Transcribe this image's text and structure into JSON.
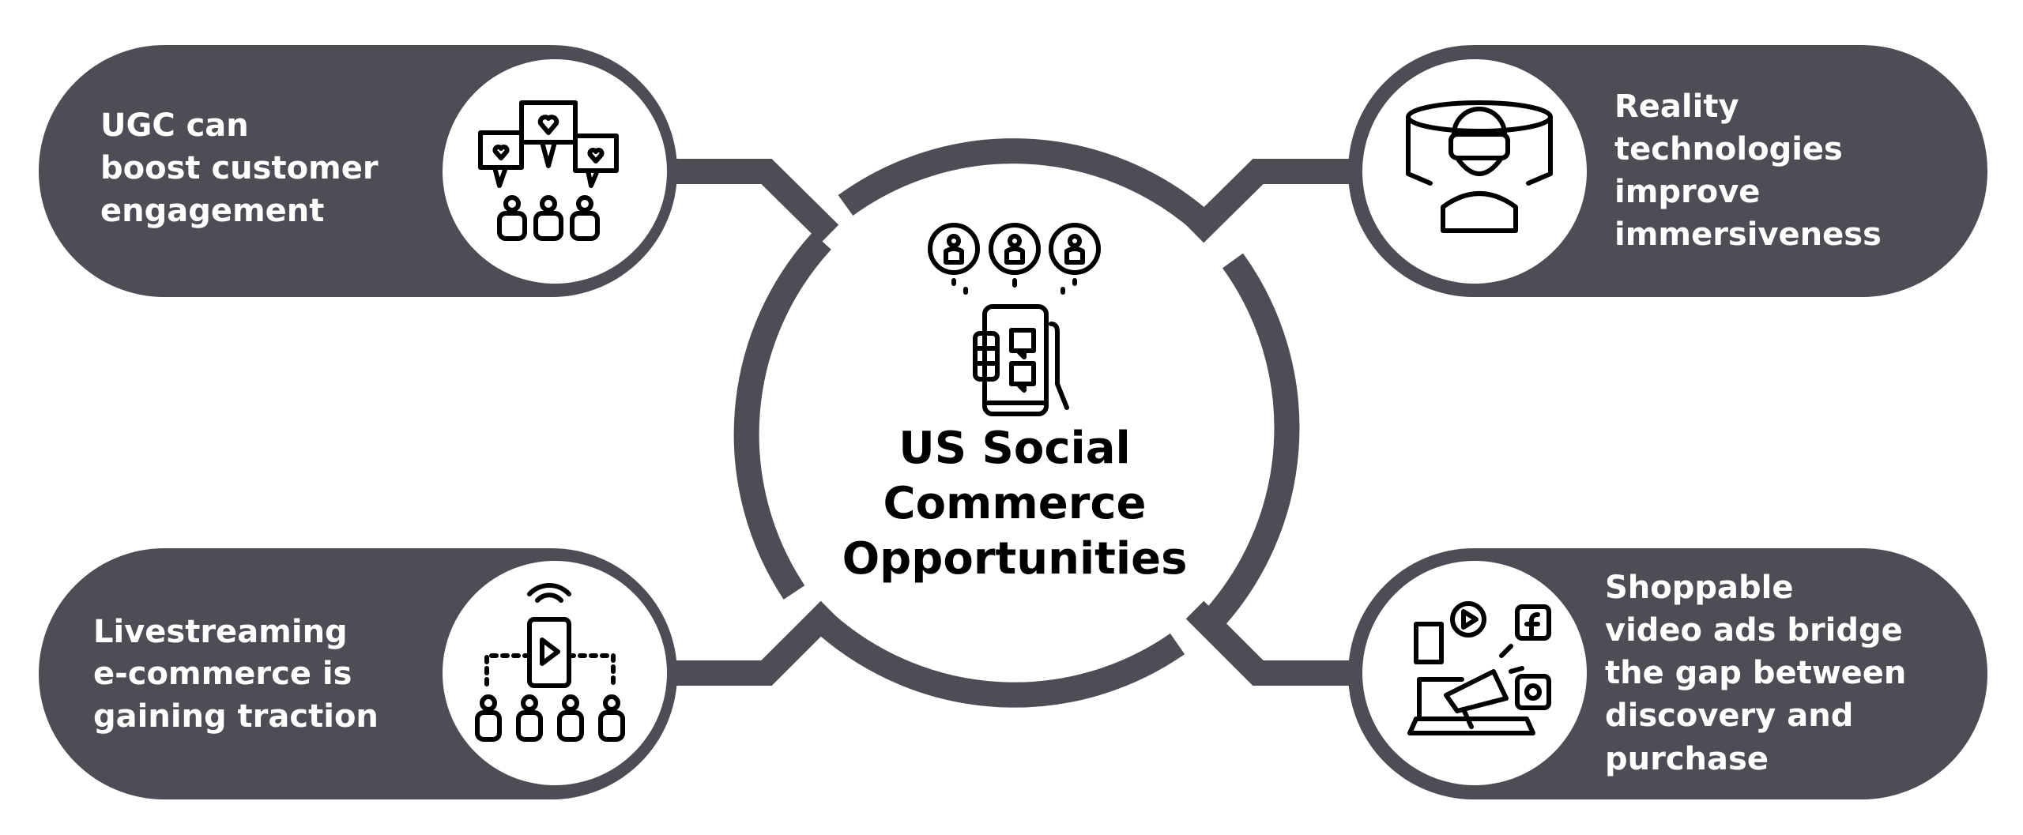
{
  "colors": {
    "primary": "#4d4d56",
    "background": "#ffffff",
    "text_light": "#ffffff",
    "text_dark": "#000000"
  },
  "center": {
    "title_lines": [
      "US Social",
      "Commerce",
      "Opportunities"
    ],
    "icon": "smartphone-social-users-icon"
  },
  "items": [
    {
      "lines": [
        "UGC can",
        "boost customer",
        "engagement"
      ],
      "icon": "audience-hearts-icon"
    },
    {
      "lines": [
        "Reality",
        "technologies",
        "improve",
        "immersiveness"
      ],
      "icon": "vr-headset-icon"
    },
    {
      "lines": [
        "Livestreaming",
        "e-commerce is",
        "gaining traction"
      ],
      "icon": "livestream-audience-icon"
    },
    {
      "lines": [
        "Shoppable",
        "video ads bridge",
        "the gap between",
        "discovery and",
        "purchase"
      ],
      "icon": "megaphone-laptop-icon"
    }
  ]
}
